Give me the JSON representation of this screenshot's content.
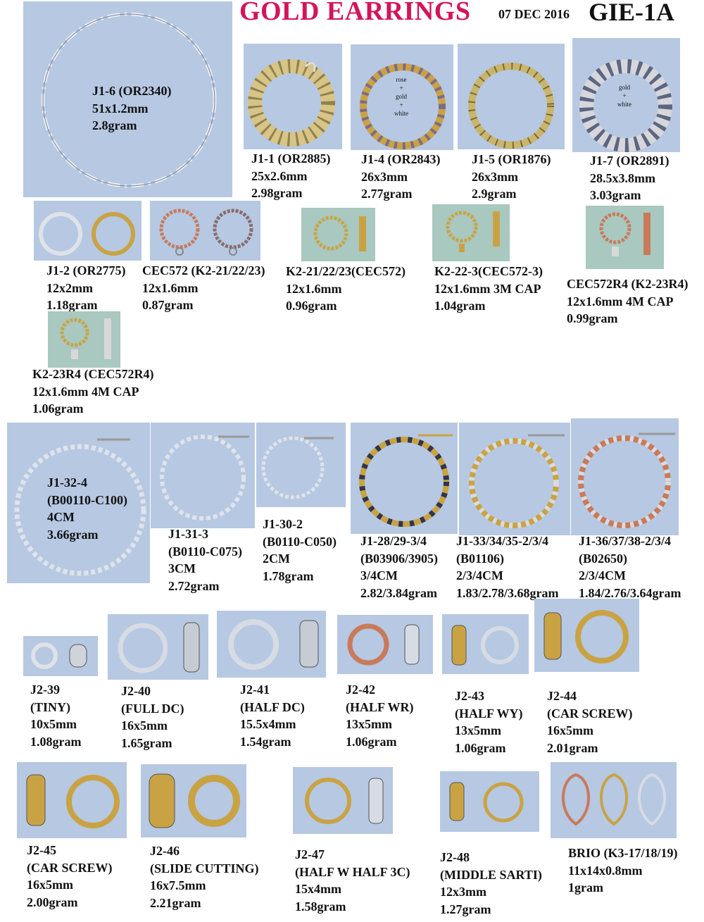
{
  "header": {
    "title": "GOLD EARRINGS",
    "date": "07 DEC 2016",
    "code": "GIE-1A"
  },
  "colors": {
    "title": "#d4145a",
    "photo_bg": "#b6c8e2",
    "photo_bg_alt": "#a9c8bf",
    "gold": "#c9a343",
    "silver": "#d9dde4",
    "rose": "#c87a5a"
  },
  "photo_notes": {
    "j1_4": [
      "rose",
      "+",
      "gold",
      "+",
      "white"
    ],
    "j1_7": [
      "gold",
      "+",
      "white"
    ]
  },
  "items": [
    {
      "id": "j1-6",
      "lines": [
        "J1-6 (OR2340)",
        "51x1.2mm",
        "2.8gram"
      ]
    },
    {
      "id": "j1-1",
      "lines": [
        "J1-1 (OR2885)",
        "25x2.6mm",
        "2.98gram"
      ]
    },
    {
      "id": "j1-4",
      "lines": [
        "J1-4 (OR2843)",
        "26x3mm",
        "2.77gram"
      ]
    },
    {
      "id": "j1-5",
      "lines": [
        "J1-5 (OR1876)",
        "26x3mm",
        "2.9gram"
      ]
    },
    {
      "id": "j1-7",
      "lines": [
        "J1-7 (OR2891)",
        "28.5x3.8mm",
        "3.03gram"
      ]
    },
    {
      "id": "j1-2",
      "lines": [
        "J1-2 (OR2775)",
        "12x2mm",
        "1.18gram"
      ]
    },
    {
      "id": "cec572",
      "lines": [
        "CEC572 (K2-21/22/23)",
        "12x1.6mm",
        "0.87gram"
      ]
    },
    {
      "id": "k2-21",
      "lines": [
        "K2-21/22/23(CEC572)",
        "12x1.6mm",
        "0.96gram"
      ]
    },
    {
      "id": "k2-22-3",
      "lines": [
        "K2-22-3(CEC572-3)",
        "12x1.6mm 3M CAP",
        "1.04gram"
      ]
    },
    {
      "id": "cec572r4",
      "lines": [
        "CEC572R4 (K2-23R4)",
        "12x1.6mm 4M CAP",
        "0.99gram"
      ]
    },
    {
      "id": "k2-23r4",
      "lines": [
        "K2-23R4 (CEC572R4)",
        "12x1.6mm 4M CAP",
        "1.06gram"
      ]
    },
    {
      "id": "j1-32-4",
      "lines": [
        "J1-32-4",
        "(B00110-C100)",
        "4CM",
        "3.66gram"
      ]
    },
    {
      "id": "j1-31-3",
      "lines": [
        "J1-31-3",
        "(B0110-C075)",
        "3CM",
        "2.72gram"
      ]
    },
    {
      "id": "j1-30-2",
      "lines": [
        "J1-30-2",
        "(B0110-C050)",
        "2CM",
        "1.78gram"
      ]
    },
    {
      "id": "j1-28",
      "lines": [
        "J1-28/29-3/4",
        "(B03906/3905)",
        "3/4CM",
        "2.82/3.84gram"
      ]
    },
    {
      "id": "j1-33",
      "lines": [
        "J1-33/34/35-2/3/4",
        "(B01106)",
        "2/3/4CM",
        "1.83/2.78/3.68gram"
      ]
    },
    {
      "id": "j1-36",
      "lines": [
        "J1-36/37/38-2/3/4",
        "(B02650)",
        "2/3/4CM",
        "1.84/2.76/3.64gram"
      ]
    },
    {
      "id": "j2-39",
      "lines": [
        "J2-39",
        "(TINY)",
        "10x5mm",
        "1.08gram"
      ]
    },
    {
      "id": "j2-40",
      "lines": [
        "J2-40",
        "(FULL DC)",
        "16x5mm",
        "1.65gram"
      ]
    },
    {
      "id": "j2-41",
      "lines": [
        "J2-41",
        "(HALF DC)",
        "15.5x4mm",
        "1.54gram"
      ]
    },
    {
      "id": "j2-42",
      "lines": [
        "J2-42",
        "(HALF WR)",
        "13x5mm",
        "1.06gram"
      ]
    },
    {
      "id": "j2-43",
      "lines": [
        "J2-43",
        "(HALF WY)",
        "13x5mm",
        "1.06gram"
      ]
    },
    {
      "id": "j2-44",
      "lines": [
        "J2-44",
        "(CAR SCREW)",
        "16x5mm",
        "2.01gram"
      ]
    },
    {
      "id": "j2-45",
      "lines": [
        "J2-45",
        "(CAR SCREW)",
        "16x5mm",
        "2.00gram"
      ]
    },
    {
      "id": "j2-46",
      "lines": [
        "J2-46",
        "(SLIDE CUTTING)",
        "16x7.5mm",
        "2.21gram"
      ]
    },
    {
      "id": "j2-47",
      "lines": [
        "J2-47",
        "(HALF W HALF 3C)",
        "15x4mm",
        "1.58gram"
      ]
    },
    {
      "id": "j2-48",
      "lines": [
        "J2-48",
        "(MIDDLE SARTI)",
        "12x3mm",
        "1.27gram"
      ]
    },
    {
      "id": "brio",
      "lines": [
        "BRIO (K3-17/18/19)",
        "11x14x0.8mm",
        "1gram"
      ]
    }
  ]
}
